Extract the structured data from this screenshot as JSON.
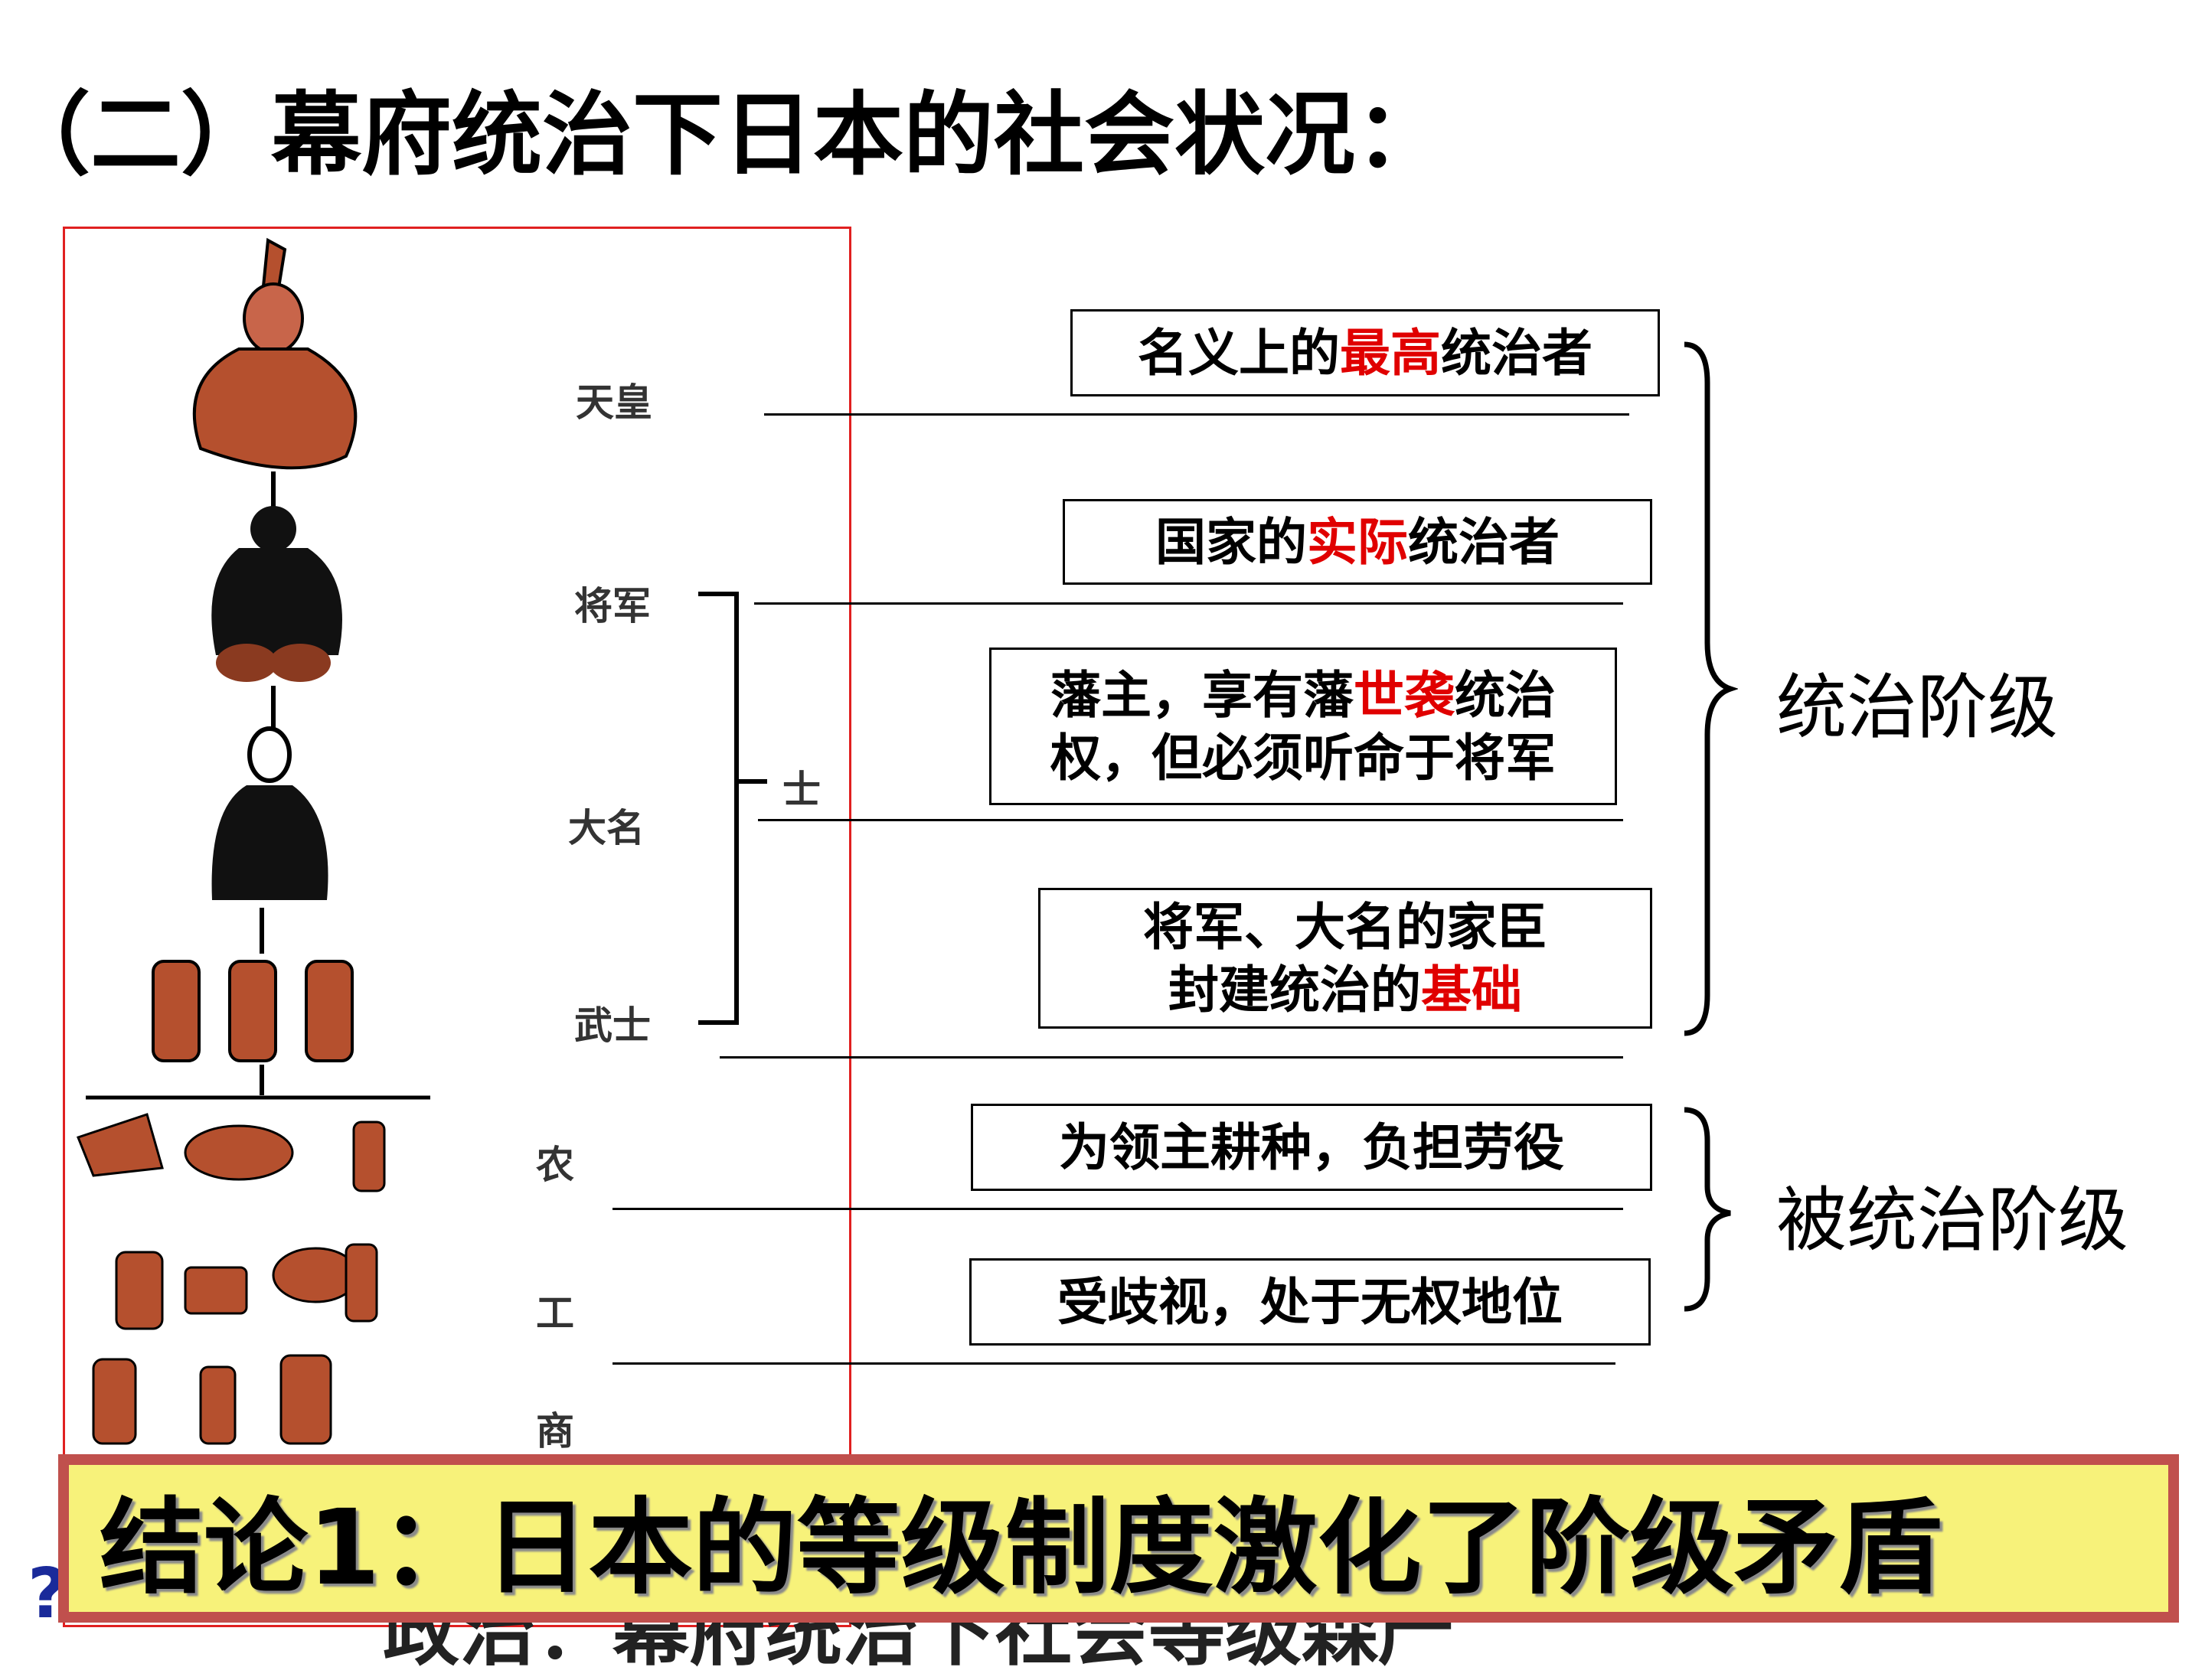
{
  "title": "（二）幕府统治下日本的社会状况：",
  "ranks": {
    "emperor": "天皇",
    "shogun": "将军",
    "daimyo": "大名",
    "samurai": "武士",
    "shi": "士",
    "peasant": "农",
    "artisan": "工",
    "merchant": "商"
  },
  "descriptions": {
    "emperor": {
      "pre": "名义上的",
      "red": "最高",
      "post": "统治者"
    },
    "shogun": {
      "pre": "国家的",
      "red": "实际",
      "post": "统治者"
    },
    "daimyo": {
      "line1_pre": "藩主，享有藩",
      "line1_red": "世袭",
      "line1_post": "统治",
      "line2": "权，但必须听命于将军"
    },
    "samurai": {
      "line1": "将军、大名的家臣",
      "line2_pre": "封建统治的",
      "line2_red": "基础"
    },
    "peasant": "为领主耕种，负担劳役",
    "artisan_merchant": "受歧视，处于无权地位"
  },
  "classes": {
    "ruling": "统治阶级",
    "ruled": "被统治阶级"
  },
  "conclusion": "结论1：日本的等级制度激化了阶级矛盾",
  "obscured_text": "政治：幕府统治下社会等级森严",
  "side_mark": "?",
  "colors": {
    "highlight_red": "#e00000",
    "conclusion_bg": "#f7f27a",
    "conclusion_border": "#c0504d",
    "frame_red": "#e02020"
  }
}
